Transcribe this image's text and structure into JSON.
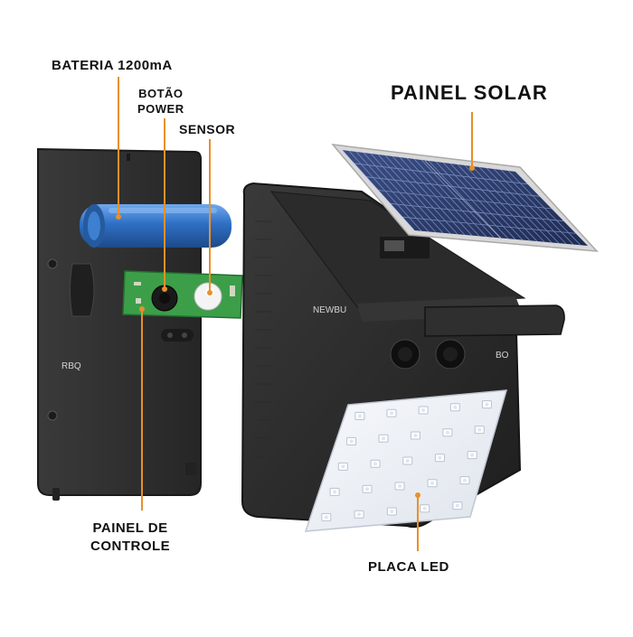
{
  "labels": {
    "bateria": "BATERIA 1200mA",
    "botao_line1": "BOTÃO",
    "botao_line2": "POWER",
    "sensor": "SENSOR",
    "painel_solar": "PAINEL SOLAR",
    "painel_controle_line1": "PAINEL DE",
    "painel_controle_line2": "CONTROLE",
    "placa_led": "PLACA LED"
  },
  "watermarks": {
    "left": "RBQ",
    "right_upper": "NEWBU",
    "right_lower": "BO"
  },
  "colors": {
    "leader_line": "#e8902a",
    "housing": "#2f2f2f",
    "solar_cell": "#2e3f6e",
    "battery": "#2f6fc4",
    "pcb": "#3d9e4a",
    "led_panel": "#eef2f7",
    "led_chip": "#ffffff"
  },
  "led_panel": {
    "rows": 5,
    "cols": 5
  }
}
